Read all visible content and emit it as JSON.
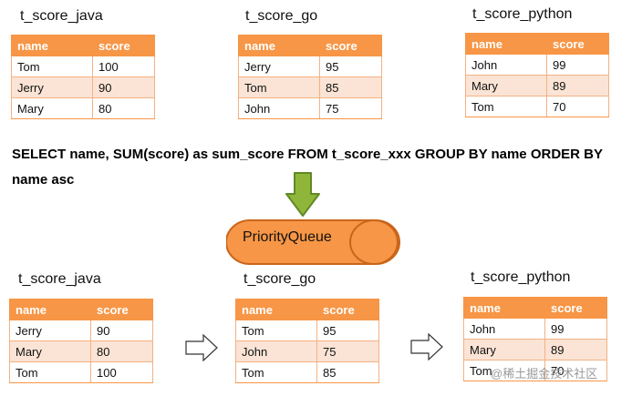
{
  "columns": {
    "name": "name",
    "score": "score"
  },
  "top_tables": [
    {
      "title": "t_score_java",
      "rows": [
        {
          "name": "Tom",
          "score": "100"
        },
        {
          "name": "Jerry",
          "score": "90"
        },
        {
          "name": "Mary",
          "score": "80"
        }
      ]
    },
    {
      "title": "t_score_go",
      "rows": [
        {
          "name": "Jerry",
          "score": "95"
        },
        {
          "name": "Tom",
          "score": "85"
        },
        {
          "name": "John",
          "score": "75"
        }
      ]
    },
    {
      "title": "t_score_python",
      "rows": [
        {
          "name": "John",
          "score": "99"
        },
        {
          "name": "Mary",
          "score": "89"
        },
        {
          "name": "Tom",
          "score": "70"
        }
      ]
    }
  ],
  "sql": "SELECT name, SUM(score) as sum_score FROM t_score_xxx GROUP BY name ORDER BY name asc",
  "priority_queue_label": "PriorityQueue",
  "bottom_tables": [
    {
      "title": "t_score_java",
      "rows": [
        {
          "name": "Jerry",
          "score": "90"
        },
        {
          "name": "Mary",
          "score": "80"
        },
        {
          "name": "Tom",
          "score": "100"
        }
      ]
    },
    {
      "title": "t_score_go",
      "rows": [
        {
          "name": "Tom",
          "score": "95"
        },
        {
          "name": "John",
          "score": "75"
        },
        {
          "name": "Tom",
          "score": "85"
        }
      ]
    },
    {
      "title": "t_score_python",
      "rows": [
        {
          "name": "John",
          "score": "99"
        },
        {
          "name": "Mary",
          "score": "89"
        },
        {
          "name": "Tom",
          "score": "70"
        }
      ]
    }
  ],
  "watermark": "@稀土掘金技术社区",
  "colors": {
    "header": "#f79646",
    "alt_row": "#fbe4d5",
    "border": "#f4b183",
    "arrow_green": "#8fb63a",
    "arrow_green_outline": "#5f8a25",
    "queue_fill": "#f79646"
  }
}
